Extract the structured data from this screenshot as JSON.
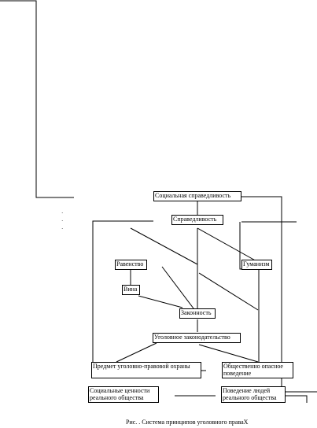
{
  "nodes": {
    "social_justice": "Социальная справедливость",
    "justice": "Справедливость",
    "equality": "Равенство",
    "humanism": "Гуманизм",
    "guilt": "Вина",
    "legality": "Законность",
    "criminal_law": "Уголовное законодательство",
    "protection_subject": "Предмет уголовно-правовой охраны",
    "dangerous_behavior": "Общественно опасное поведение",
    "social_values": "Социальные ценности реального общества",
    "people_behavior": "Поведение людей реального общества"
  },
  "caption": "Рис. . Система принципов уголовного праваХ",
  "dots": [
    "·",
    "·",
    "·"
  ]
}
